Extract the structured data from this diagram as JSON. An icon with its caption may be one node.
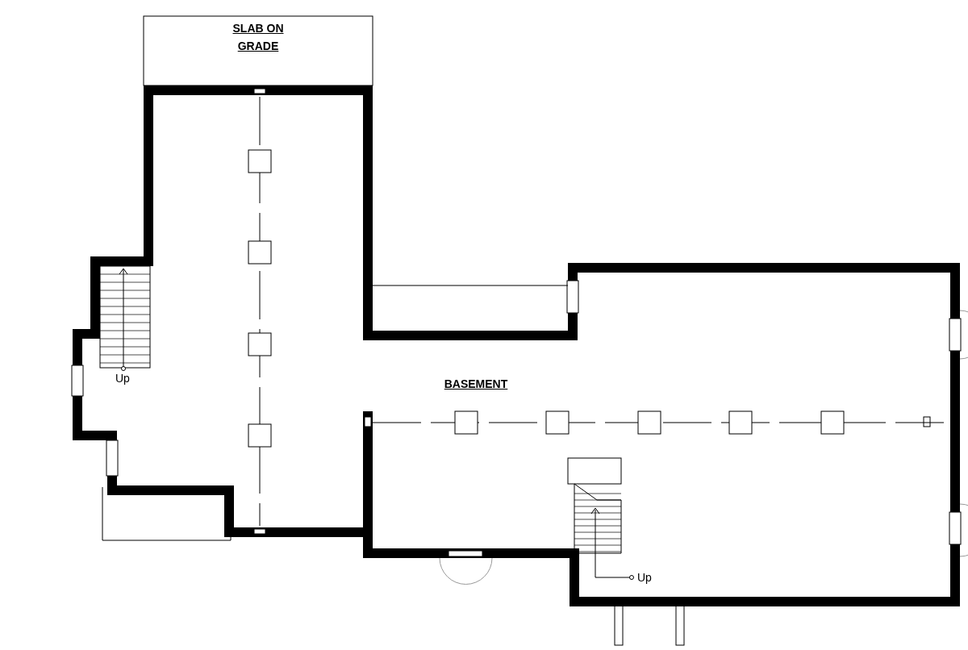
{
  "diagram": {
    "labels": [
      "SLAB ON GRADE",
      "BASEMENT",
      "Up",
      "Up"
    ]
  }
}
